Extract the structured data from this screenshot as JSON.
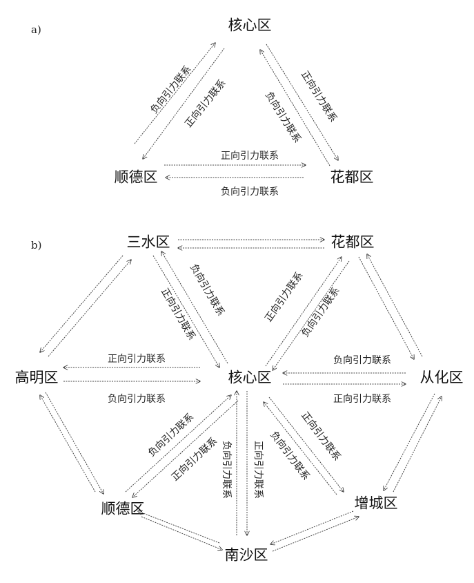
{
  "panel_a": {
    "label": "a)",
    "nodes": {
      "core": "核心区",
      "shunde": "顺德区",
      "huadu": "花都区"
    },
    "edges": {
      "shunde_core": "负向引力联系",
      "core_shunde": "正向引力联系",
      "core_huadu": "正向引力联系",
      "huadu_core": "负向引力联系",
      "shunde_huadu": "正向引力联系",
      "huadu_shunde": "负向引力联系"
    }
  },
  "panel_b": {
    "label": "b)",
    "nodes": {
      "sanshui": "三水区",
      "huadu": "花都区",
      "gaoming": "高明区",
      "core": "核心区",
      "conghua": "从化区",
      "shunde": "顺德区",
      "zengcheng": "增城区",
      "nansha": "南沙区"
    },
    "edges": {
      "sanshui_pos": "正向引力联系",
      "sanshui_neg": "负向引力联系",
      "huadu_pos": "正向引力联系",
      "huadu_neg": "负向引力联系",
      "gaoming_pos": "正向引力联系",
      "gaoming_neg": "负向引力联系",
      "conghua_neg": "负向引力联系",
      "conghua_pos": "正向引力联系",
      "shunde_neg": "负向引力联系",
      "shunde_pos": "正向引力联系",
      "zengcheng_pos": "正向引力联系",
      "zengcheng_neg": "负向引力联系",
      "nansha_neg": "负向引力联系",
      "nansha_pos": "正向引力联系"
    }
  }
}
